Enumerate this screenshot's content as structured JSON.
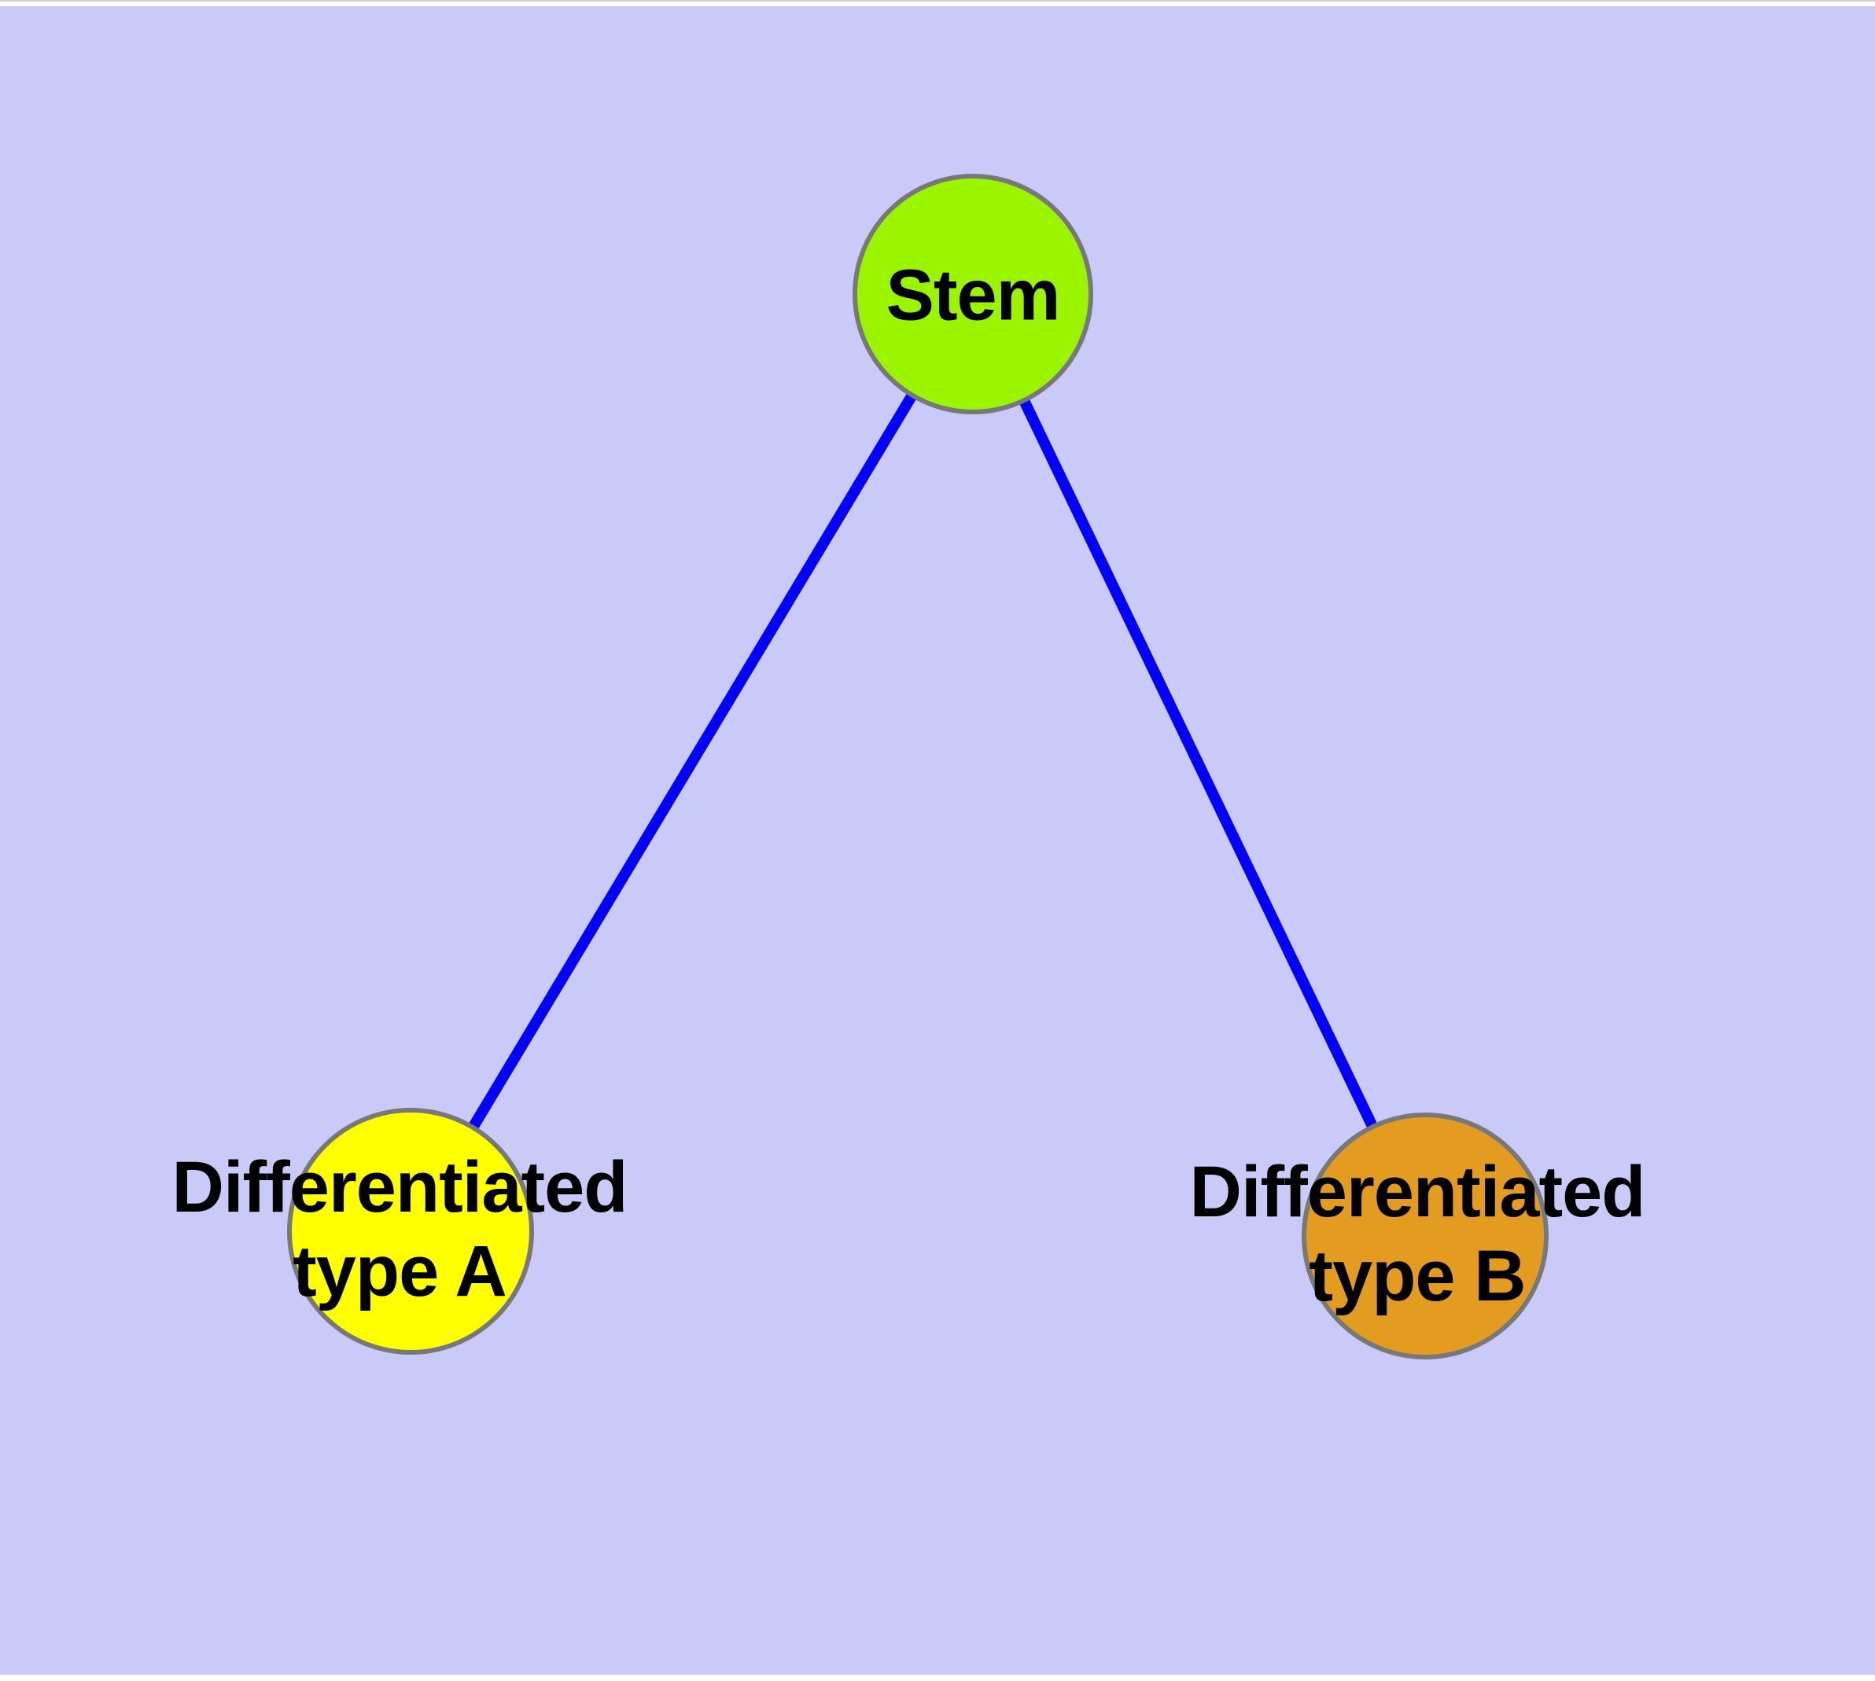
{
  "diagram": {
    "type": "node-link-graph",
    "description": "Cell differentiation hierarchy: a Stem node connected by two edges to two differentiated cell type nodes",
    "colors": {
      "background": "#cacaf8",
      "edge": "#0202fa",
      "node_outline": "#787878",
      "label_text": "#000000"
    },
    "nodes": [
      {
        "id": "stem",
        "label": "Stem",
        "fill": "#9bf500"
      },
      {
        "id": "type-a",
        "label_line1": "Differentiated",
        "label_line2": "type A",
        "fill": "#ffff00"
      },
      {
        "id": "type-b",
        "label_line1": "Differentiated",
        "label_line2": "type B",
        "fill": "#e49c20"
      }
    ],
    "edges": [
      {
        "from": "Stem",
        "to": "Differentiated type A"
      },
      {
        "from": "Stem",
        "to": "Differentiated type B"
      }
    ]
  }
}
